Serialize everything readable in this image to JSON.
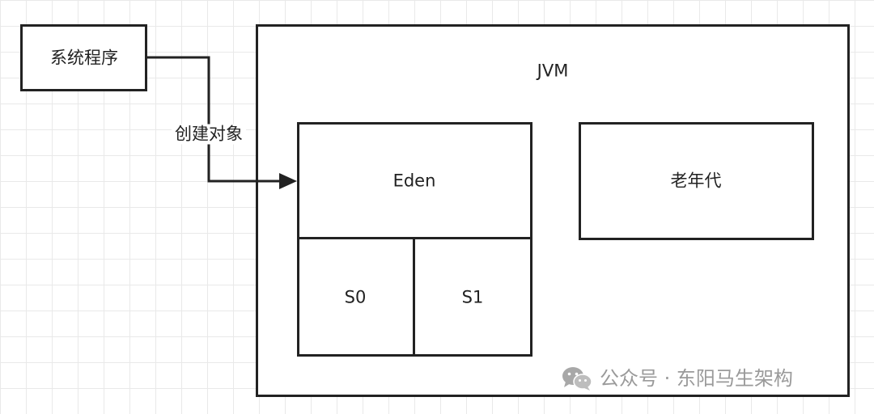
{
  "diagram": {
    "system_program": "系统程序",
    "jvm": "JVM",
    "eden": "Eden",
    "s0": "S0",
    "s1": "S1",
    "old_gen": "老年代",
    "edge_label": "创建对象"
  },
  "watermark": {
    "icon": "wechat-icon",
    "text": "公众号 · 东阳马生架构"
  },
  "colors": {
    "stroke": "#222222",
    "grid": "#e9e9e9",
    "watermark": "#9a9a9a"
  }
}
